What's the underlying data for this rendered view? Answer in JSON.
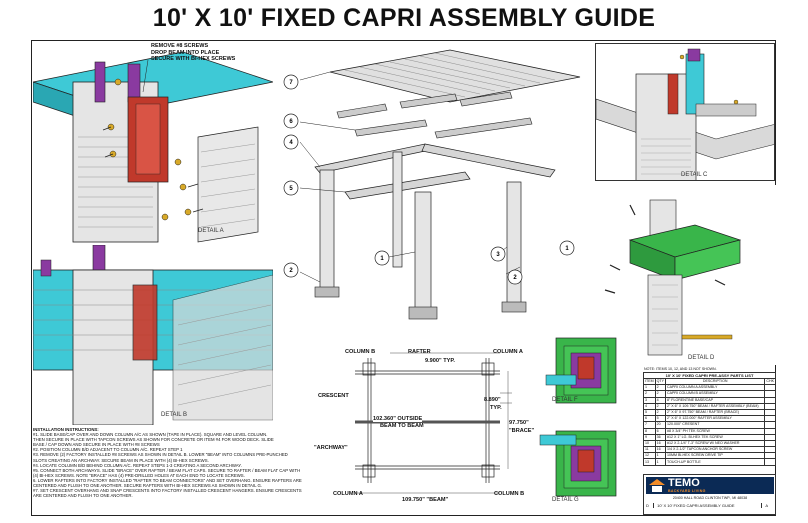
{
  "title": "10' X 10' FIXED CAPRI ASSEMBLY GUIDE",
  "details": {
    "a": "DETAIL A",
    "b": "DETAIL B",
    "c": "DETAIL C",
    "d": "DETAIL D",
    "f": "DETAIL F",
    "g": "DETAIL G"
  },
  "callout_note": [
    "REMOVE #8 SCREWS",
    "DROP BEAM INTO PLACE",
    "SECURE WITH BI-HEX SCREWS"
  ],
  "balloons": [
    "7",
    "6",
    "4",
    "5",
    "2",
    "1",
    "3",
    "1",
    "2"
  ],
  "plan": {
    "column_b_tl": "COLUMN B",
    "rafter": "RAFTER",
    "column_a_tr": "COLUMN A",
    "dim_rafter": "9.900\" TYP.",
    "crescent": "CRESCENT",
    "dim_8890": "8.890\"",
    "dim_8890_typ": "TYP.",
    "dim_outside_1": "102.360\" OUTSIDE",
    "dim_outside_2": "BEAM TO BEAM",
    "dim_brace_1": "97.750\"",
    "dim_brace_2": "\"BRACE\"",
    "archway": "\"ARCHWAY\"",
    "column_a_bl": "COLUMN A",
    "dim_beam": "109.750\" \"BEAM\"",
    "column_b_br": "COLUMN B"
  },
  "instructions": {
    "heading": "INSTALLATION INSTRUCTIONS:",
    "steps": [
      "#1. SLIDE BASE/CAP OVER AND DOWN COLUMN A/C AS SHOWN (TAPE IN PLACE). SQUARE AND LEVEL COLUMN.",
      "THEN SECURE IN PLACE WITH TAPCON SCREWS AS SHOWN FOR CONCRETE OR ITEM #4 FOR WOOD DECK. SLIDE",
      "BASE / CAP DOWN AND SECURE IN PLACE WITH #8 SCREWS",
      "#2. POSITION COLUMN B/D ADJACENT TO COLUMN A/C. REPEAT STEP 1",
      "#3. REMOVE (2) FACTORY INSTALLED #8 SCREWS AS SHOWN IN DETAIL B. LOWER \"BEAM\" INTO COLUMNS PRE-PUNCHED",
      "SLOTS CREATING AN ARCHWAY. SECURE BEAM IN PLACE WITH (4) BI-HEX SCREWS.",
      "#4. LOCATE COLUMN B/D BEHIND COLUMN A/C. REPEAT STEPS 1-3 CREATING A SECOND ARCHWAY.",
      "#5. CONNECT BOTH ARCHWAYS. SLIDE \"BRACE\" OVER RAFTER / BEAM FLAT CAPS. SECURE TO RAFTER / BEAM FLAT CAP WITH",
      "(4) BI-HEX SCREWS. NOTE \"BRACE\" HAS (4) PRE-DRILLED HOLES AT EACH END TO LOCATE SCREWS.",
      "6. LOWER RAFTERS INTO FACTORY INSTALLED \"RAFTER TO BEAM CONNECTORS\" AND SET OVERHANG. ENSURE RAFTERS ARE",
      "CENTERED AND FLUSH TO ONE ANOTHER. SECURE RAFTERS WITH BI-HEX SCREWS AS SHOWN IN DETAIL G.",
      "#7. SET CRESCENT OVERHANG AND SNAP CRESCENTS INTO FACTORY INSTALLED CRESCENT HANGERS. ENSURE CRESCENTS",
      "ARE CENTERED AND FLUSH TO ONE ANOTHER."
    ]
  },
  "parts_list": {
    "note": "NOTE: ITEMS 10, 12, AND 13 NOT SHOWN.",
    "title": "10' X 10' FIXED CAPRI PRE-ASSY PARTS LIST",
    "headers": [
      "ITEM",
      "QTY",
      "DESCRIPTION",
      "CHK"
    ],
    "rows": [
      [
        "1",
        "2",
        "CAPRI COLUMN A ASSEMBLY",
        ""
      ],
      [
        "2",
        "2",
        "CAPRI COLUMN B ASSEMBLY",
        ""
      ],
      [
        "3",
        "4",
        "8\" FLORENTINE BASE/CAP",
        ""
      ],
      [
        "4",
        "2",
        "2\" X 6\" X 109.750\" BEAM / RAFTER ASSEMBLY (BEAM)",
        ""
      ],
      [
        "5",
        "2",
        "2\" X 6\" X 97.750\" BEAM / RAFTER (BRACE)",
        ""
      ],
      [
        "6",
        "5",
        "2\" X 6\" X 122.000\" RAFTER ASSEMBLY",
        ""
      ],
      [
        "7",
        "20",
        "120.000\" CRESENT",
        ""
      ],
      [
        "8",
        "6",
        "#8 X 3/4\" PH TEK SCREW",
        ""
      ],
      [
        "9",
        "36",
        "#12 X 1\" LG. BI-HEX TEK SCREW",
        ""
      ],
      [
        "10",
        "16",
        "#12 X 2-1/4\" T-3\" SCREW W/ NEO WASHER",
        ""
      ],
      [
        "11",
        "16",
        "1/4 X 2-1/2\" TAPCON ANCHOR SCREW",
        ""
      ],
      [
        "12",
        "1",
        "10MM BI-HEX SCREW DRIVE TIP",
        ""
      ],
      [
        "13",
        "1",
        "TOUCH-UP BOTTLE",
        ""
      ]
    ]
  },
  "title_block": {
    "brand": "TEMO",
    "tagline": "BACKYARD LIVING",
    "address": "20400 HALL ROAD CLINTON TWP., MI 48038",
    "row_size": "D",
    "row_title": "10' X 10' FIXED CAPRI ASSEMBLY GUIDE",
    "row_rev": "A"
  },
  "colors": {
    "cyan": "#3ec9d6",
    "purple": "#8a3aa0",
    "red": "#c0392b",
    "green": "#39b54a",
    "navy": "#0b2a55",
    "orange": "#f28c28",
    "gold": "#d8a928"
  }
}
